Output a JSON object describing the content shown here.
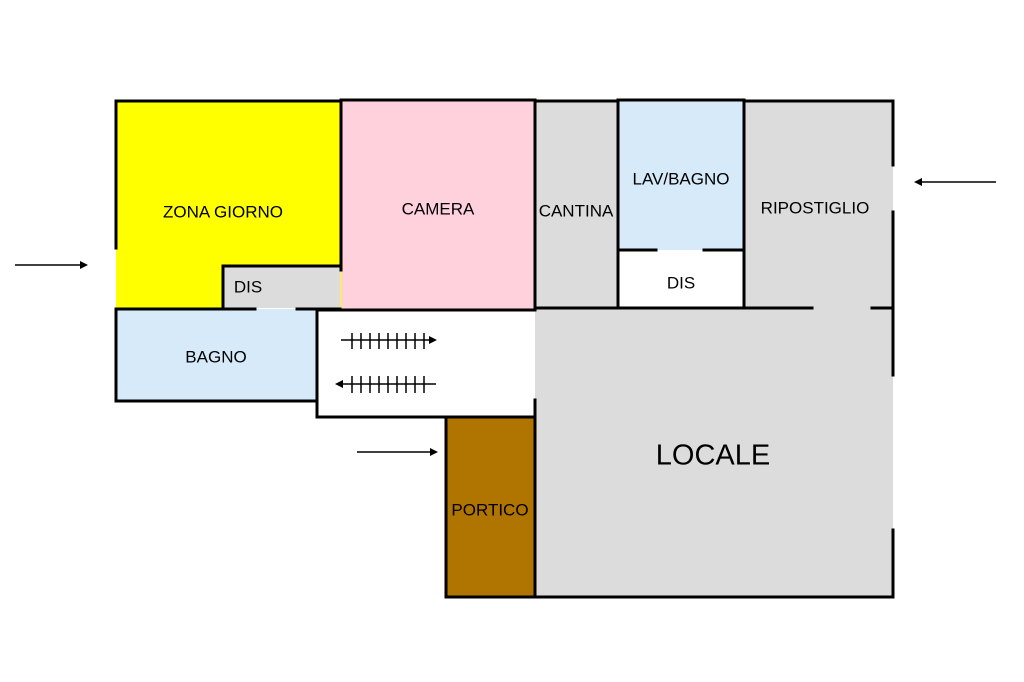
{
  "floorplan": {
    "rooms": {
      "zona_giorno": {
        "label": "ZONA GIORNO",
        "color": "#ffff00"
      },
      "camera": {
        "label": "CAMERA",
        "color": "#ffd1dc"
      },
      "cantina": {
        "label": "CANTINA",
        "color": "#dcdcdc"
      },
      "lav_bagno": {
        "label": "LAV/BAGNO",
        "color": "#d6eafa"
      },
      "dis_right": {
        "label": "DIS",
        "color": "#ffffff"
      },
      "ripostiglio": {
        "label": "RIPOSTIGLIO",
        "color": "#dcdcdc"
      },
      "dis_left": {
        "label": "DIS",
        "color": "#dcdcdc"
      },
      "bagno": {
        "label": "BAGNO",
        "color": "#d6eafa"
      },
      "stairs": {
        "color": "#ffffff"
      },
      "portico": {
        "label": "PORTICO",
        "color": "#b07400"
      },
      "locale": {
        "label": "LOCALE",
        "color": "#dcdcdc"
      }
    },
    "wall_color": "#000000",
    "entrances": [
      "arrow-right-icon",
      "arrow-left-icon",
      "arrow-right-icon"
    ]
  }
}
